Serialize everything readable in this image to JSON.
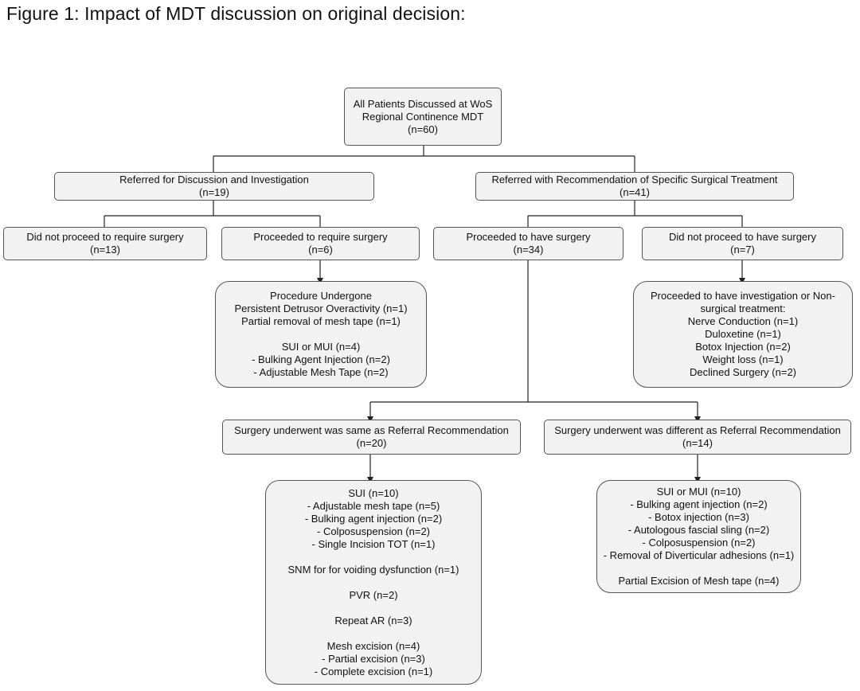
{
  "figure_title": "Figure 1: Impact of MDT discussion on original decision:",
  "nodes": {
    "root": {
      "lines": [
        "All Patients Discussed at WoS",
        "Regional Continence MDT",
        "(n=60)"
      ]
    },
    "referred_discussion": {
      "lines": [
        "Referred for Discussion and Investigation",
        "(n=19)"
      ]
    },
    "referred_surgical": {
      "lines": [
        "Referred with Recommendation of Specific Surgical Treatment",
        "(n=41)"
      ]
    },
    "not_proceed_require": {
      "lines": [
        "Did not proceed to require surgery",
        "(n=13)"
      ]
    },
    "proceeded_require": {
      "lines": [
        "Proceeded to require surgery",
        "(n=6)"
      ]
    },
    "proceeded_have": {
      "lines": [
        "Proceeded to have surgery",
        "(n=34)"
      ]
    },
    "not_proceed_have": {
      "lines": [
        "Did not proceed to have surgery",
        "(n=7)"
      ]
    },
    "procedure_undergone": {
      "lines": [
        "Procedure Undergone",
        "Persistent Detrusor Overactivity (n=1)",
        "Partial removal of mesh tape (n=1)",
        "",
        "SUI or MUI (n=4)",
        "- Bulking Agent Injection (n=2)",
        "- Adjustable Mesh Tape (n=2)"
      ]
    },
    "investigation_nonsurgical": {
      "lines": [
        "Proceeded to have investigation or Non-",
        "surgical treatment:",
        "Nerve Conduction (n=1)",
        "Duloxetine (n=1)",
        "Botox Injection (n=2)",
        "Weight loss (n=1)",
        "Declined Surgery (n=2)"
      ]
    },
    "same_as_referral": {
      "lines": [
        "Surgery underwent was same as Referral Recommendation",
        "(n=20)"
      ]
    },
    "different_as_referral": {
      "lines": [
        "Surgery underwent was different as Referral Recommendation",
        "(n=14)"
      ]
    },
    "same_details": {
      "lines": [
        "SUI (n=10)",
        "- Adjustable mesh tape (n=5)",
        "- Bulking agent injection (n=2)",
        "- Colposuspension (n=2)",
        "- Single Incision TOT (n=1)",
        "",
        "SNM for for voiding dysfunction (n=1)",
        "",
        "PVR (n=2)",
        "",
        "Repeat AR (n=3)",
        "",
        "Mesh excision (n=4)",
        "- Partial excision (n=3)",
        "- Complete excision (n=1)"
      ]
    },
    "different_details": {
      "lines": [
        "SUI or MUI (n=10)",
        "- Bulking agent injection (n=2)",
        "- Botox injection (n=3)",
        "- Autologous fascial sling (n=2)",
        "- Colposuspension (n=2)",
        "- Removal of Diverticular adhesions (n=1)",
        "",
        "Partial Excision of Mesh tape (n=4)"
      ]
    }
  }
}
